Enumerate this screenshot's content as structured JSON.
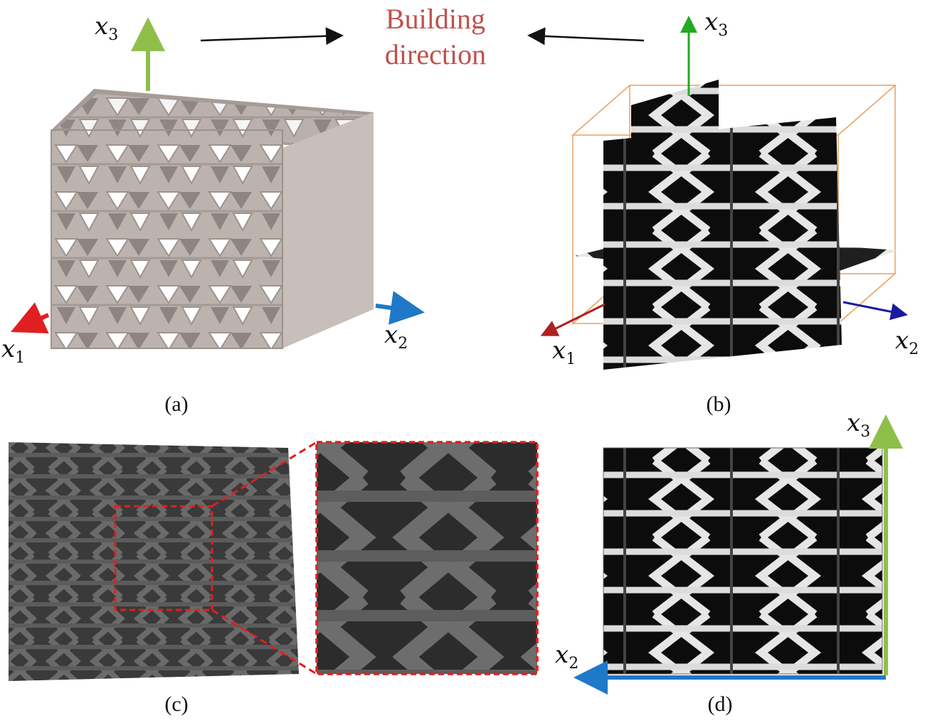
{
  "annotation": {
    "line1": "Building",
    "line2": "direction",
    "color": "#c0504d"
  },
  "panels": {
    "a": {
      "caption": "(a)",
      "axes": {
        "x1": "x",
        "x1_sub": "1",
        "x2": "x",
        "x2_sub": "2",
        "x3": "x",
        "x3_sub": "3"
      }
    },
    "b": {
      "caption": "(b)",
      "axes": {
        "x1": "x",
        "x1_sub": "1",
        "x2": "x",
        "x2_sub": "2",
        "x3": "x",
        "x3_sub": "3"
      }
    },
    "c": {
      "caption": "(c)"
    },
    "d": {
      "caption": "(d)",
      "axes": {
        "x2": "x",
        "x2_sub": "2",
        "x3": "x",
        "x3_sub": "3"
      }
    }
  },
  "colors": {
    "axis_x1": "#e02020",
    "axis_x2": "#1f78c8",
    "axis_x3": "#8fbf4a",
    "axis_b_x1": "#b02020",
    "axis_b_x2": "#1a1aa0",
    "axis_b_x3": "#22aa22",
    "lattice_grey": "#b8aea9",
    "zoom_box": "#e02020",
    "bbox_orange": "#e8a060"
  }
}
